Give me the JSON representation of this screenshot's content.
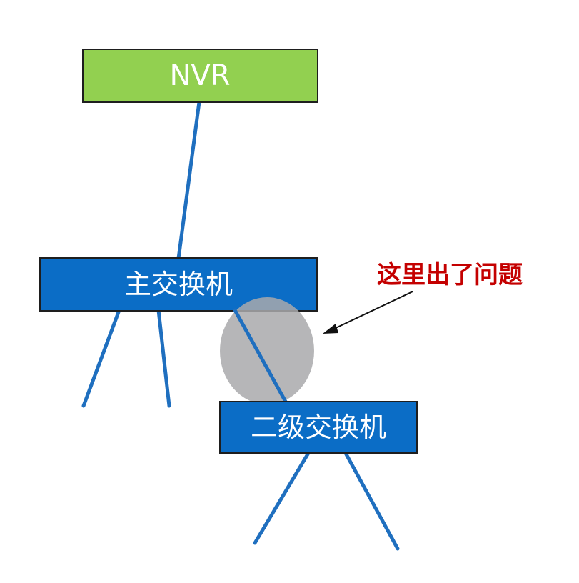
{
  "nodes": {
    "nvr": {
      "label": "NVR"
    },
    "main_switch": {
      "label": "主交换机"
    },
    "secondary_switch": {
      "label": "二级交换机"
    }
  },
  "annotation": {
    "text": "这里出了问题"
  },
  "colors": {
    "nvr_fill": "#92d050",
    "switch_fill": "#0b6dc6",
    "link_line": "#1f6fbf",
    "node_border": "#1e1e1e",
    "highlight_fill": "#a9a9ab",
    "annotation_text": "#c40000",
    "arrow": "#111111",
    "label_text": "#ffffff"
  }
}
